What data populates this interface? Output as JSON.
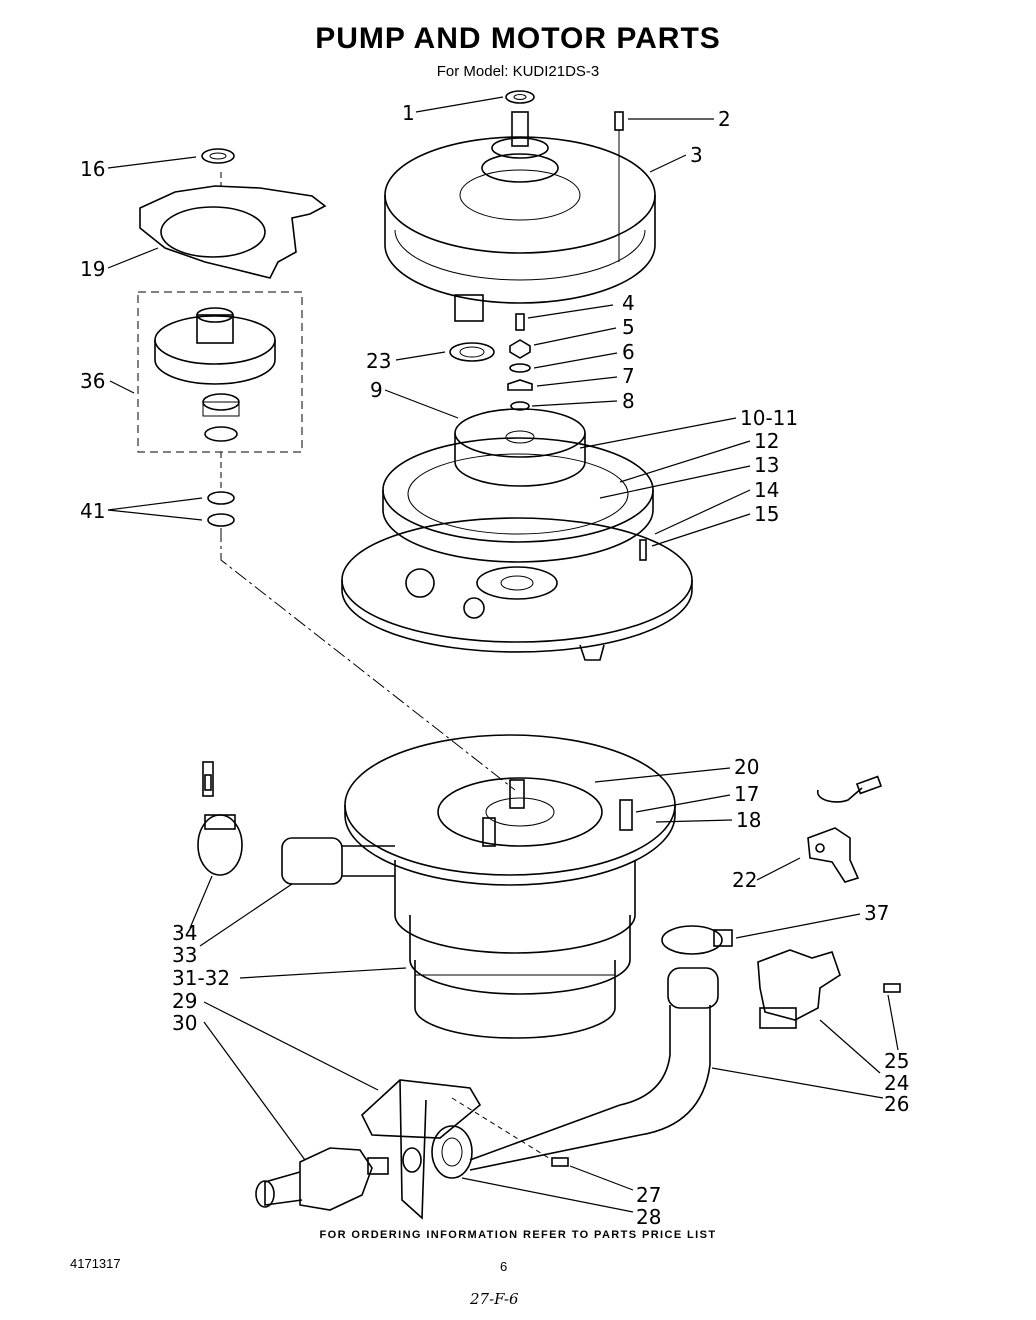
{
  "title": "PUMP AND MOTOR PARTS",
  "subtitle": "For Model: KUDI21DS-3",
  "callouts": [
    "1",
    "2",
    "3",
    "4",
    "5",
    "6",
    "7",
    "8",
    "9",
    "10-11",
    "12",
    "13",
    "14",
    "15",
    "16",
    "19",
    "23",
    "36",
    "41",
    "20",
    "17",
    "18",
    "22",
    "34",
    "33",
    "31-32",
    "29",
    "30",
    "37",
    "25",
    "24",
    "26",
    "27",
    "28"
  ],
  "footer_note": "FOR ORDERING INFORMATION REFER TO PARTS PRICE LIST",
  "doc_number": "4171317",
  "page_number": "6",
  "handwritten_note": "27-F-6"
}
